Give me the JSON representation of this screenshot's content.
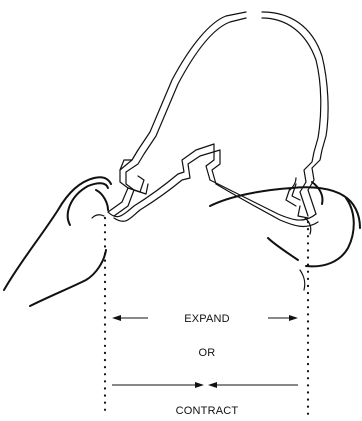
{
  "labels": {
    "expand": "EXPAND",
    "or": "OR",
    "contract": "CONTRACT"
  },
  "colors": {
    "ink": "#111111",
    "background": "#ffffff"
  }
}
